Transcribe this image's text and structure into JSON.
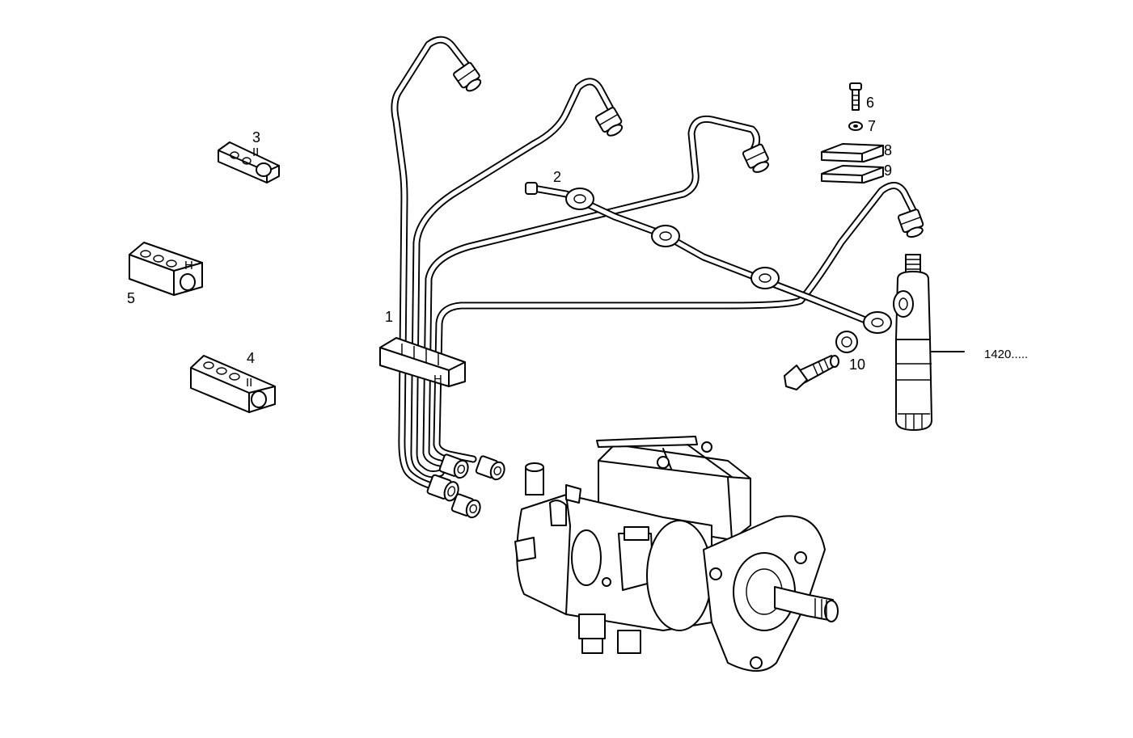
{
  "diagram": {
    "callouts": [
      {
        "id": "1",
        "text": "1"
      },
      {
        "id": "2",
        "text": "2"
      },
      {
        "id": "3",
        "text": "3"
      },
      {
        "id": "4",
        "text": "4"
      },
      {
        "id": "5",
        "text": "5"
      },
      {
        "id": "6",
        "text": "6"
      },
      {
        "id": "7",
        "text": "7"
      },
      {
        "id": "8",
        "text": "8"
      },
      {
        "id": "9",
        "text": "9"
      },
      {
        "id": "10",
        "text": "10"
      }
    ],
    "reference": "1420....."
  }
}
